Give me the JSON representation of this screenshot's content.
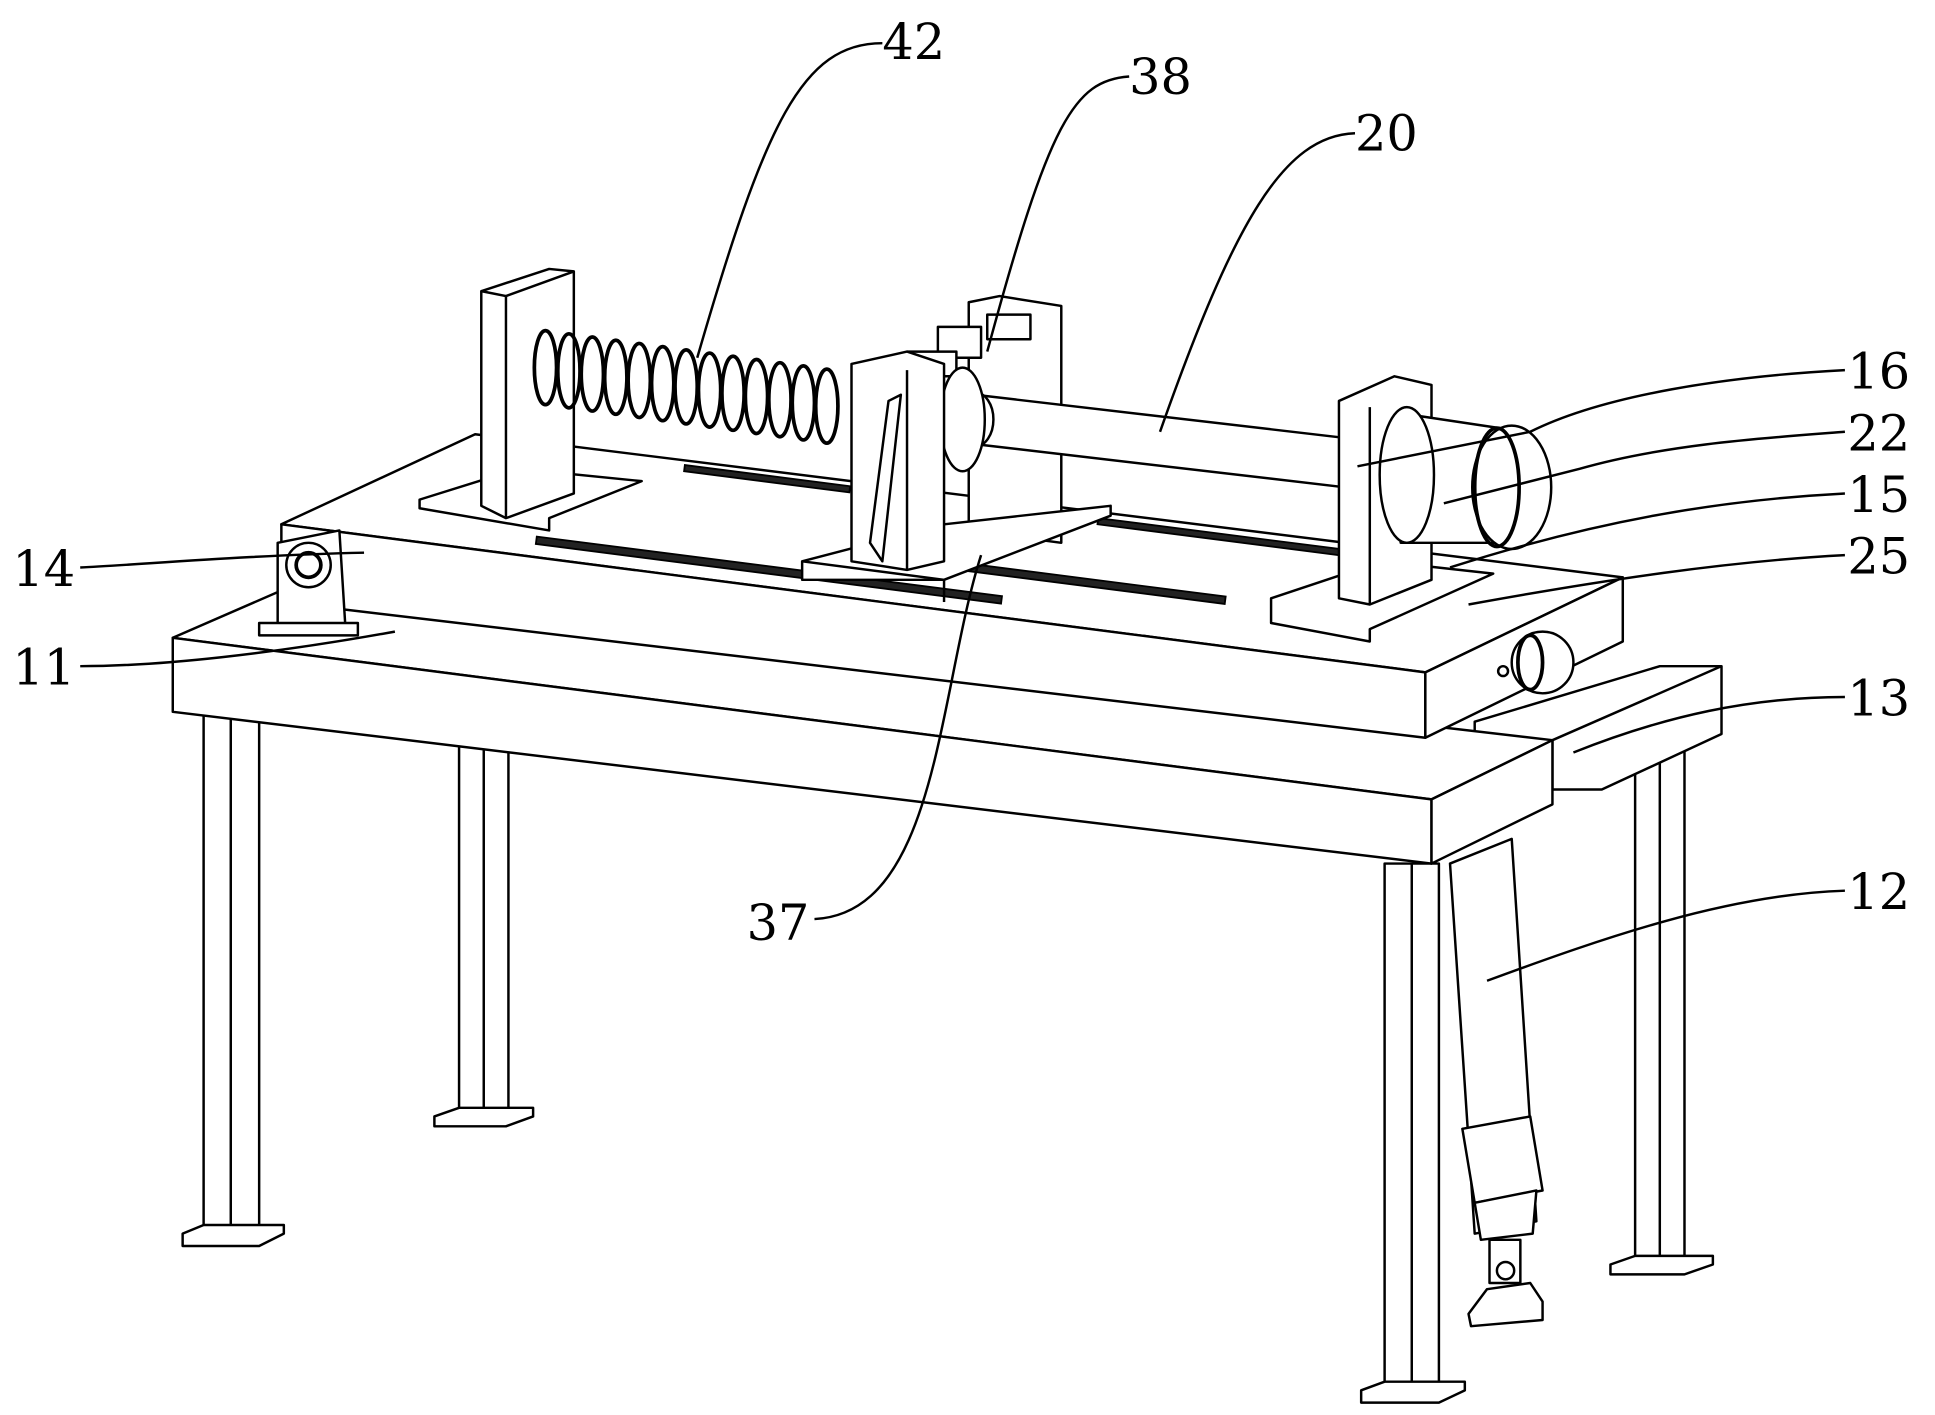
{
  "figure": {
    "description_labels": [
      {
        "id": "42",
        "text": "42"
      },
      {
        "id": "38",
        "text": "38"
      },
      {
        "id": "20",
        "text": "20"
      },
      {
        "id": "16",
        "text": "16"
      },
      {
        "id": "22",
        "text": "22"
      },
      {
        "id": "15",
        "text": "15"
      },
      {
        "id": "25",
        "text": "25"
      },
      {
        "id": "14",
        "text": "14"
      },
      {
        "id": "11",
        "text": "11"
      },
      {
        "id": "13",
        "text": "13"
      },
      {
        "id": "12",
        "text": "12"
      },
      {
        "id": "37",
        "text": "37"
      }
    ]
  }
}
